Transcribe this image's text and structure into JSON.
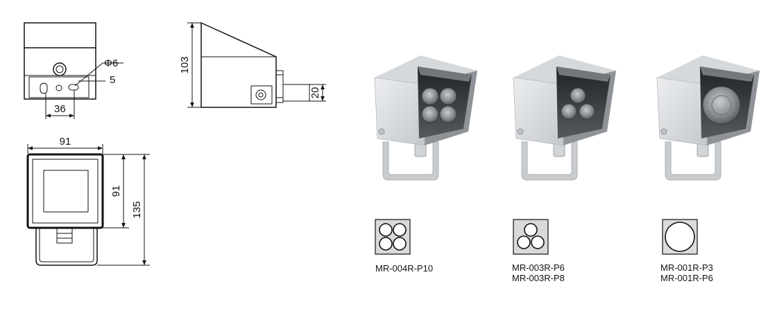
{
  "drawings": {
    "rear_view": {
      "hole_diameter": "Φ6",
      "slot_width": "5",
      "mount_spacing": "36"
    },
    "side_view": {
      "height": "103",
      "gland_diameter": "20"
    },
    "front_view": {
      "width": "91",
      "window_height": "91",
      "total_height": "135"
    }
  },
  "products": [
    {
      "id": "p10",
      "led_count": 4,
      "models": [
        "MR-004R-P10"
      ]
    },
    {
      "id": "p6",
      "led_count": 3,
      "models": [
        "MR-003R-P6",
        "MR-003R-P8"
      ]
    },
    {
      "id": "p3",
      "led_count": 1,
      "models": [
        "MR-001R-P3",
        "MR-001R-P6"
      ]
    }
  ],
  "colors": {
    "line": "#111111",
    "housing_light": "#e3e5e7",
    "housing_mid": "#c9cccf",
    "housing_dark": "#8f9397",
    "lens_dark": "#2f3336",
    "icon_fill": "#d9d9d9"
  }
}
